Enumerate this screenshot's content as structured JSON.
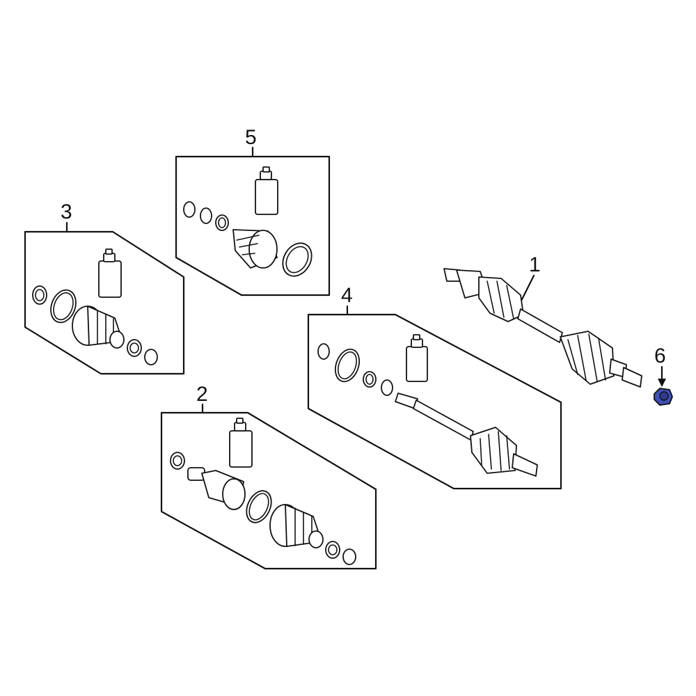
{
  "callouts": [
    {
      "id": "1",
      "label": "1"
    },
    {
      "id": "2",
      "label": "2"
    },
    {
      "id": "3",
      "label": "3"
    },
    {
      "id": "4",
      "label": "4"
    },
    {
      "id": "5",
      "label": "5"
    },
    {
      "id": "6",
      "label": "6"
    }
  ],
  "colors": {
    "line": "#111111",
    "background": "#ffffff",
    "highlight": "#3f4fb5"
  }
}
